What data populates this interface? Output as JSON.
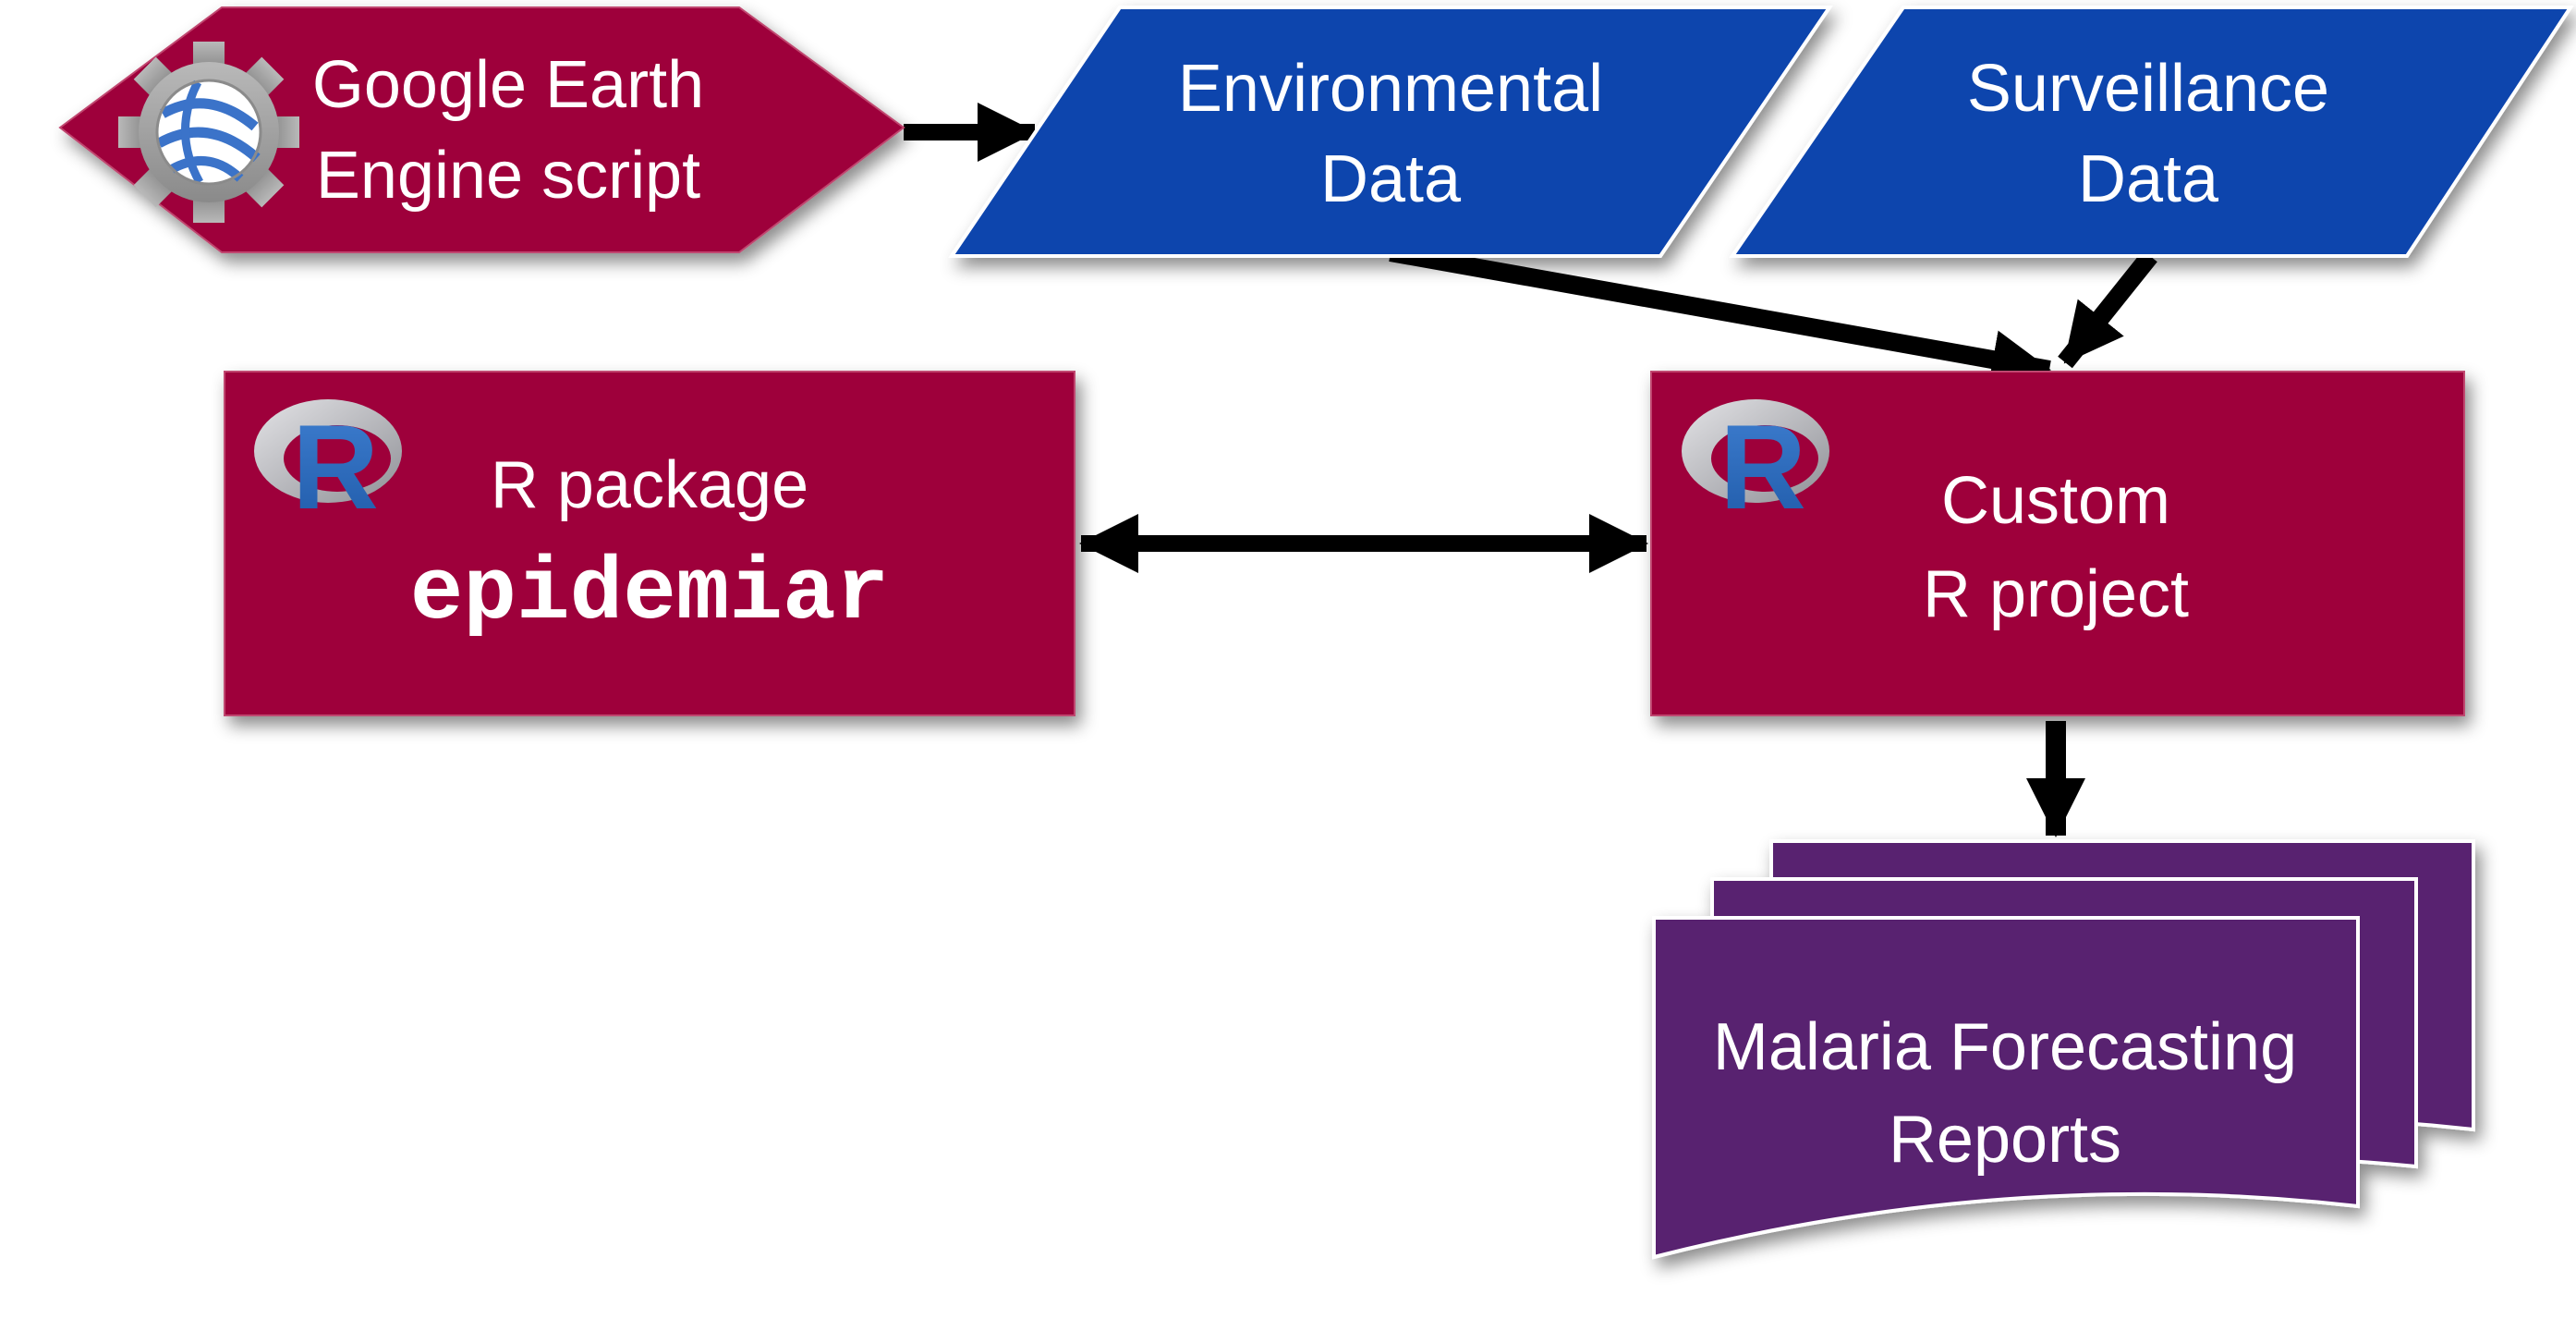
{
  "colors": {
    "crimson": "#9e003a",
    "blue": "#1044ad",
    "purple": "#582370",
    "arrow": "#000000",
    "text": "#ffffff"
  },
  "nodes": {
    "gee": {
      "line1": "Google Earth",
      "line2": "Engine script",
      "icon": "google-earth-engine-gear-icon"
    },
    "env": {
      "line1": "Environmental",
      "line2": "Data"
    },
    "surv": {
      "line1": "Surveillance",
      "line2": "Data"
    },
    "rpkg": {
      "line1": "R package",
      "line2": "epidemiar",
      "icon": "r-logo-icon"
    },
    "custom": {
      "line1": "Custom",
      "line2": "R project",
      "icon": "r-logo-icon"
    },
    "reports": {
      "line1": "Malaria Forecasting",
      "line2": "Reports"
    }
  },
  "edges": [
    {
      "from": "gee",
      "to": "env",
      "direction": "forward"
    },
    {
      "from": "env",
      "to": "custom",
      "direction": "forward"
    },
    {
      "from": "surv",
      "to": "custom",
      "direction": "forward"
    },
    {
      "from": "rpkg",
      "to": "custom",
      "direction": "both"
    },
    {
      "from": "custom",
      "to": "reports",
      "direction": "forward"
    }
  ]
}
